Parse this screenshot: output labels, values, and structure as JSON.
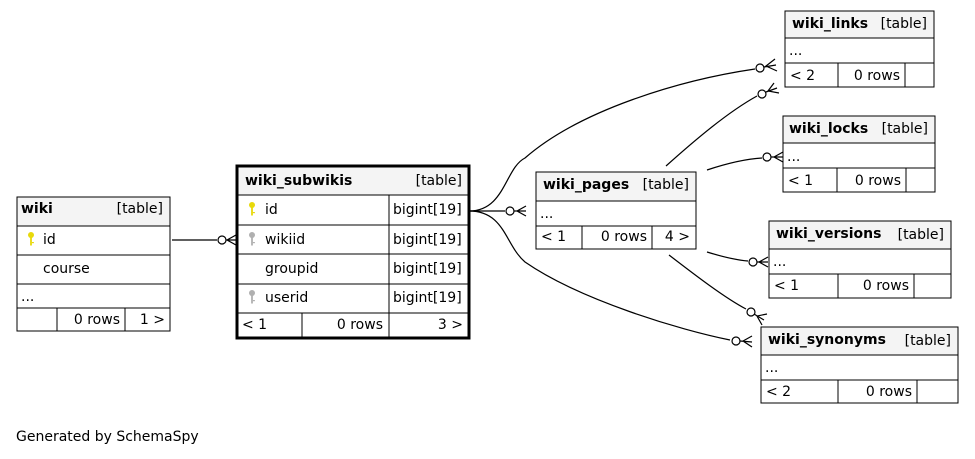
{
  "tables": {
    "wiki": {
      "name": "wiki",
      "tag": "[table]",
      "columns": [
        {
          "name": "id",
          "type": "",
          "key": "primary"
        },
        {
          "name": "course",
          "type": "",
          "key": ""
        }
      ],
      "ellipsis": "...",
      "footer": {
        "parents": "",
        "rows": "0 rows",
        "children": "1 >"
      }
    },
    "wiki_subwikis": {
      "name": "wiki_subwikis",
      "tag": "[table]",
      "columns": [
        {
          "name": "id",
          "type": "bigint[19]",
          "key": "primary"
        },
        {
          "name": "wikiid",
          "type": "bigint[19]",
          "key": "foreign"
        },
        {
          "name": "groupid",
          "type": "bigint[19]",
          "key": ""
        },
        {
          "name": "userid",
          "type": "bigint[19]",
          "key": "foreign"
        }
      ],
      "footer": {
        "parents": "< 1",
        "rows": "0 rows",
        "children": "3 >"
      }
    },
    "wiki_pages": {
      "name": "wiki_pages",
      "tag": "[table]",
      "ellipsis": "...",
      "footer": {
        "parents": "< 1",
        "rows": "0 rows",
        "children": "4 >"
      }
    },
    "wiki_links": {
      "name": "wiki_links",
      "tag": "[table]",
      "ellipsis": "...",
      "footer": {
        "parents": "< 2",
        "rows": "0 rows",
        "children": ""
      }
    },
    "wiki_locks": {
      "name": "wiki_locks",
      "tag": "[table]",
      "ellipsis": "...",
      "footer": {
        "parents": "< 1",
        "rows": "0 rows",
        "children": ""
      }
    },
    "wiki_versions": {
      "name": "wiki_versions",
      "tag": "[table]",
      "ellipsis": "...",
      "footer": {
        "parents": "< 1",
        "rows": "0 rows",
        "children": ""
      }
    },
    "wiki_synonyms": {
      "name": "wiki_synonyms",
      "tag": "[table]",
      "ellipsis": "...",
      "footer": {
        "parents": "< 2",
        "rows": "0 rows",
        "children": ""
      }
    }
  },
  "colors": {
    "header_bg": "#f4f4f4",
    "border": "#000000",
    "primary_key": "#e8d90a",
    "foreign_key": "#b0b0b0"
  },
  "footer_text": "Generated by SchemaSpy"
}
